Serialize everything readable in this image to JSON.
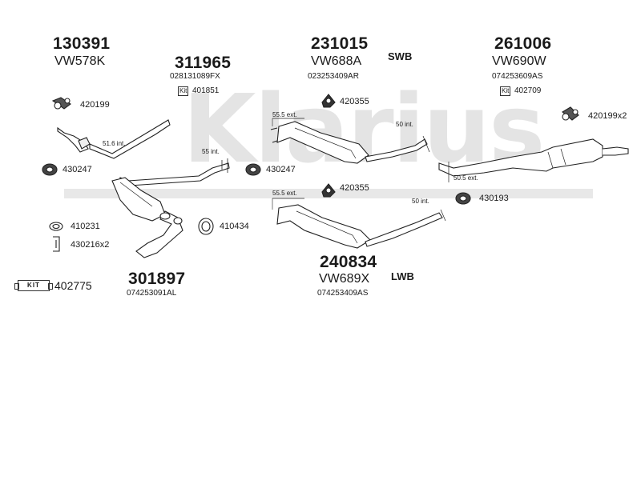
{
  "watermark": "Klarius",
  "parts": {
    "p130391": {
      "number": "130391",
      "code": "VW578K"
    },
    "p311965": {
      "number": "311965",
      "code": "028131089FX",
      "kit_label": "Kit",
      "kit": "401851"
    },
    "p231015": {
      "number": "231015",
      "code": "VW688A",
      "sub": "023253409AR",
      "variant": "SWB"
    },
    "p261006": {
      "number": "261006",
      "code": "VW690W",
      "sub": "074253609AS",
      "kit_label": "Kit",
      "kit": "402709"
    },
    "p240834": {
      "number": "240834",
      "code": "VW689X",
      "sub": "074253409AS",
      "variant": "LWB"
    },
    "p301897": {
      "number": "301897",
      "sub": "074253091AL"
    }
  },
  "kit_main": {
    "label": "KIT",
    "number": "402775"
  },
  "fittings": {
    "f420199": "420199",
    "f430247a": "430247",
    "f430247b": "430247",
    "f420355a": "420355",
    "f420355b": "420355",
    "f420199x2": "420199x2",
    "f430193": "430193",
    "f410231": "410231",
    "f430216x2": "430216x2",
    "f410434": "410434"
  },
  "dimensions": {
    "d516": "51.6 int.",
    "d55": "55 int.",
    "d555a": "55.5 ext.",
    "d50a": "50 int.",
    "d555b": "55.5 ext.",
    "d50b": "50 int.",
    "d505": "50.5 ext."
  }
}
